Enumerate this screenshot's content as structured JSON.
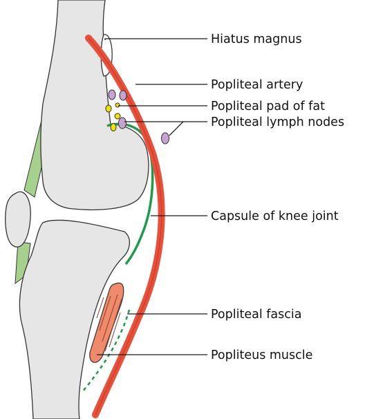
{
  "labels": {
    "hiatus_magnus": "Hiatus magnus",
    "popliteal_artery": "Popliteal artery",
    "popliteal_pad_of_fat": "Popliteal pad of fat",
    "popliteal_lymph_nodes": "Popliteal lymph nodes",
    "capsule_of_knee_joint": "Capsule of knee joint",
    "popliteal_fascia": "Popliteal fascia",
    "popliteus_muscle": "Popliteus muscle"
  },
  "colors": {
    "bone_fill": "#e6e6e6",
    "bone_outline": "#333333",
    "artery": "#e8503a",
    "capsule": "#1f9a4b",
    "fat": "#f2e200",
    "lymph_node": "#c7a3d3",
    "ligament": "#a6d18c",
    "muscle": "#ef8a6a"
  }
}
